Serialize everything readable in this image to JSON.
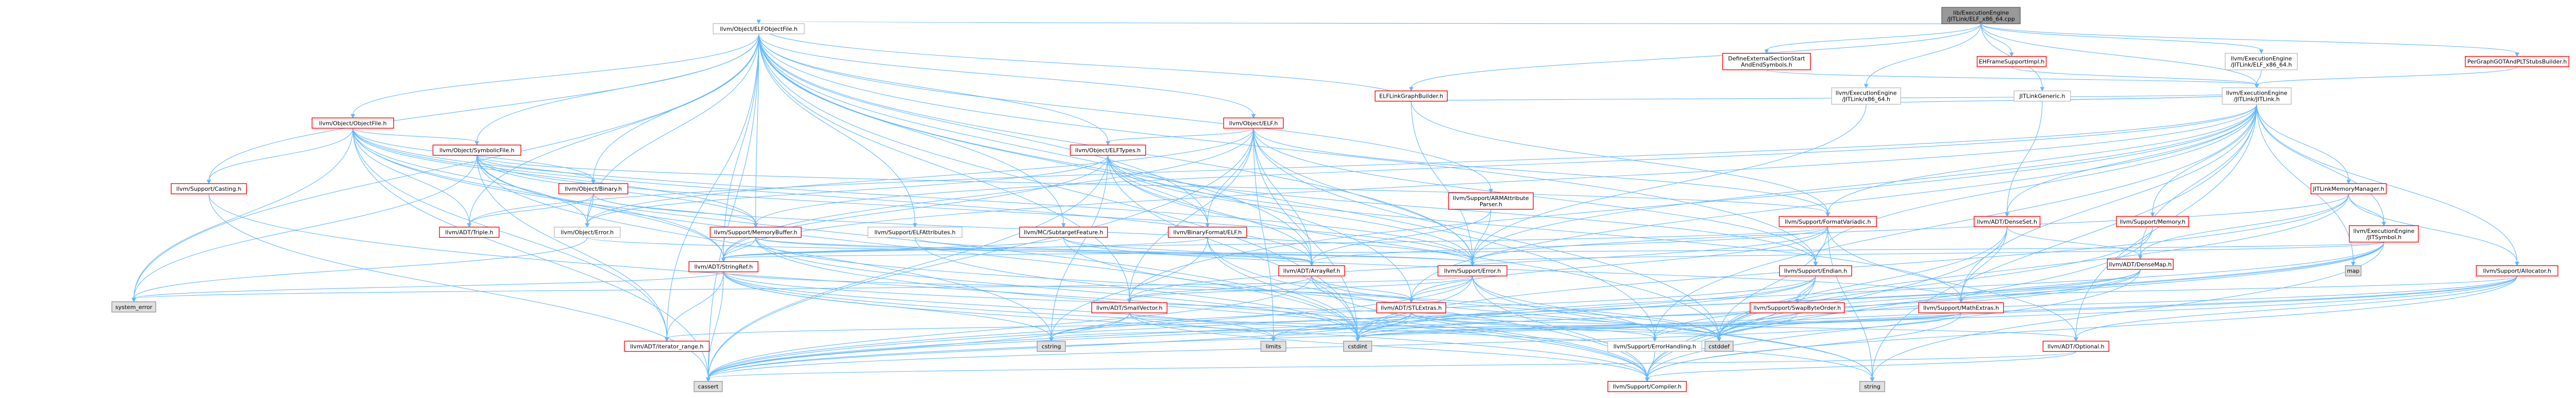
{
  "graph": {
    "root": "lib/ExecutionEngine/JITLink/ELF_x86_64.cpp",
    "nodes": [
      {
        "id": "root",
        "lines": [
          "lib/ExecutionEngine",
          "/JITLink/ELF_x86_64.cpp"
        ],
        "style": "root"
      },
      {
        "id": "objelffile",
        "lines": [
          "llvm/Object/ELFObjectFile.h"
        ],
        "style": "gray"
      },
      {
        "id": "defext",
        "lines": [
          "DefineExternalSectionStart",
          "AndEndSymbols.h"
        ],
        "style": "red"
      },
      {
        "id": "ehframe",
        "lines": [
          "EHFrameSupportImpl.h"
        ],
        "style": "red"
      },
      {
        "id": "elfx8664h",
        "lines": [
          "llvm/ExecutionEngine",
          "/JITLink/ELF_x86_64.h"
        ],
        "style": "gray"
      },
      {
        "id": "pergot",
        "lines": [
          "PerGraphGOTAndPLTStubsBuilder.h"
        ],
        "style": "red"
      },
      {
        "id": "elflinkbuilder",
        "lines": [
          "ELFLinkGraphBuilder.h"
        ],
        "style": "red"
      },
      {
        "id": "jitx8664",
        "lines": [
          "llvm/ExecutionEngine",
          "/JITLink/x86_64.h"
        ],
        "style": "gray"
      },
      {
        "id": "jitgeneric",
        "lines": [
          "JITLinkGeneric.h"
        ],
        "style": "gray"
      },
      {
        "id": "jitlinkh",
        "lines": [
          "llvm/ExecutionEngine",
          "/JITLink/JITLink.h"
        ],
        "style": "gray"
      },
      {
        "id": "objectfile",
        "lines": [
          "llvm/Object/ObjectFile.h"
        ],
        "style": "red"
      },
      {
        "id": "objelf",
        "lines": [
          "llvm/Object/ELF.h"
        ],
        "style": "red"
      },
      {
        "id": "symbolicfile",
        "lines": [
          "llvm/Object/SymbolicFile.h"
        ],
        "style": "red"
      },
      {
        "id": "elftypes",
        "lines": [
          "llvm/Object/ELFTypes.h"
        ],
        "style": "red"
      },
      {
        "id": "casting",
        "lines": [
          "llvm/Support/Casting.h"
        ],
        "style": "red"
      },
      {
        "id": "objbinary",
        "lines": [
          "llvm/Object/Binary.h"
        ],
        "style": "red"
      },
      {
        "id": "triple",
        "lines": [
          "llvm/ADT/Triple.h"
        ],
        "style": "red"
      },
      {
        "id": "objerror",
        "lines": [
          "llvm/Object/Error.h"
        ],
        "style": "gray"
      },
      {
        "id": "membuf",
        "lines": [
          "llvm/Support/MemoryBuffer.h"
        ],
        "style": "red"
      },
      {
        "id": "elfattr",
        "lines": [
          "llvm/Support/ELFAttributes.h"
        ],
        "style": "gray"
      },
      {
        "id": "subtarget",
        "lines": [
          "llvm/MC/SubtargetFeature.h"
        ],
        "style": "red"
      },
      {
        "id": "binaryelf",
        "lines": [
          "llvm/BinaryFormat/ELF.h"
        ],
        "style": "red"
      },
      {
        "id": "armattr",
        "lines": [
          "llvm/Support/ARMAttribute",
          "Parser.h"
        ],
        "style": "red"
      },
      {
        "id": "formatvariadic",
        "lines": [
          "llvm/Support/FormatVariadic.h"
        ],
        "style": "red"
      },
      {
        "id": "densesetleft",
        "lines": [
          "llvm/ADT/DenseSet.h"
        ],
        "style": "red"
      },
      {
        "id": "suppmemory",
        "lines": [
          "llvm/Support/Memory.h"
        ],
        "style": "red"
      },
      {
        "id": "jitmemmgr",
        "lines": [
          "JITLinkMemoryManager.h"
        ],
        "style": "red"
      },
      {
        "id": "jitsymbol",
        "lines": [
          "llvm/ExecutionEngine",
          "/JITSymbol.h"
        ],
        "style": "red"
      },
      {
        "id": "densemap",
        "lines": [
          "llvm/ADT/DenseMap.h"
        ],
        "style": "red"
      },
      {
        "id": "map",
        "lines": [
          "map"
        ],
        "style": "plain"
      },
      {
        "id": "allocator",
        "lines": [
          "llvm/Support/Allocator.h"
        ],
        "style": "red"
      },
      {
        "id": "stringref",
        "lines": [
          "llvm/ADT/StringRef.h"
        ],
        "style": "red"
      },
      {
        "id": "arrayref",
        "lines": [
          "llvm/ADT/ArrayRef.h"
        ],
        "style": "red"
      },
      {
        "id": "supperror",
        "lines": [
          "llvm/Support/Error.h"
        ],
        "style": "red"
      },
      {
        "id": "endian",
        "lines": [
          "llvm/Support/Endian.h"
        ],
        "style": "red"
      },
      {
        "id": "systemerror",
        "lines": [
          "system_error"
        ],
        "style": "plain"
      },
      {
        "id": "smallvector",
        "lines": [
          "llvm/ADT/SmallVector.h"
        ],
        "style": "red"
      },
      {
        "id": "stlextras",
        "lines": [
          "llvm/ADT/STLExtras.h"
        ],
        "style": "red"
      },
      {
        "id": "swapbyteorder",
        "lines": [
          "llvm/Support/SwapByteOrder.h"
        ],
        "style": "red"
      },
      {
        "id": "mathextras",
        "lines": [
          "llvm/Support/MathExtras.h"
        ],
        "style": "red"
      },
      {
        "id": "iterrange",
        "lines": [
          "llvm/ADT/iterator_range.h"
        ],
        "style": "red"
      },
      {
        "id": "cstring",
        "lines": [
          "cstring"
        ],
        "style": "plain"
      },
      {
        "id": "limits",
        "lines": [
          "limits"
        ],
        "style": "plain"
      },
      {
        "id": "cstdint",
        "lines": [
          "cstdint"
        ],
        "style": "plain"
      },
      {
        "id": "errhandling",
        "lines": [
          "llvm/Support/ErrorHandling.h"
        ],
        "style": "gray"
      },
      {
        "id": "cstddef",
        "lines": [
          "cstddef"
        ],
        "style": "plain"
      },
      {
        "id": "optional",
        "lines": [
          "llvm/ADT/Optional.h"
        ],
        "style": "red"
      },
      {
        "id": "cassert",
        "lines": [
          "cassert"
        ],
        "style": "plain"
      },
      {
        "id": "compiler",
        "lines": [
          "llvm/Support/Compiler.h"
        ],
        "style": "red"
      },
      {
        "id": "string",
        "lines": [
          "string"
        ],
        "style": "plain"
      }
    ],
    "edges": [
      [
        "root",
        "objelffile"
      ],
      [
        "root",
        "defext"
      ],
      [
        "root",
        "ehframe"
      ],
      [
        "root",
        "elfx8664h"
      ],
      [
        "root",
        "pergot"
      ],
      [
        "root",
        "elflinkbuilder"
      ],
      [
        "root",
        "jitx8664"
      ],
      [
        "root",
        "jitgeneric"
      ],
      [
        "root",
        "jitlinkh"
      ],
      [
        "objelffile",
        "objectfile"
      ],
      [
        "objelffile",
        "objelf"
      ],
      [
        "objelffile",
        "symbolicfile"
      ],
      [
        "objelffile",
        "elftypes"
      ],
      [
        "objelffile",
        "casting"
      ],
      [
        "objelffile",
        "objbinary"
      ],
      [
        "objelffile",
        "triple"
      ],
      [
        "objelffile",
        "objerror"
      ],
      [
        "objelffile",
        "membuf"
      ],
      [
        "objelffile",
        "elfattr"
      ],
      [
        "objelffile",
        "subtarget"
      ],
      [
        "objelffile",
        "binaryelf"
      ],
      [
        "objelffile",
        "armattr"
      ],
      [
        "objelffile",
        "stringref"
      ],
      [
        "objelffile",
        "arrayref"
      ],
      [
        "objelffile",
        "supperror"
      ],
      [
        "objelffile",
        "endian"
      ],
      [
        "objelffile",
        "systemerror"
      ],
      [
        "objelffile",
        "smallvector"
      ],
      [
        "objelffile",
        "stlextras"
      ],
      [
        "objelffile",
        "iterrange"
      ],
      [
        "objelffile",
        "cassert"
      ],
      [
        "objelffile",
        "cstdint"
      ],
      [
        "objelffile",
        "errhandling"
      ],
      [
        "defext",
        "jitlinkh"
      ],
      [
        "ehframe",
        "jitlinkh"
      ],
      [
        "elfx8664h",
        "jitlinkh"
      ],
      [
        "pergot",
        "jitlinkh"
      ],
      [
        "elflinkbuilder",
        "jitlinkh"
      ],
      [
        "elflinkbuilder",
        "objelffile"
      ],
      [
        "elflinkbuilder",
        "supperror"
      ],
      [
        "elflinkbuilder",
        "formatvariadic"
      ],
      [
        "jitx8664",
        "jitlinkh"
      ],
      [
        "jitx8664",
        "supperror"
      ],
      [
        "jitgeneric",
        "jitlinkh"
      ],
      [
        "jitgeneric",
        "densesetleft"
      ],
      [
        "jitlinkh",
        "jitmemmgr"
      ],
      [
        "jitlinkh",
        "jitsymbol"
      ],
      [
        "jitlinkh",
        "densemap"
      ],
      [
        "jitlinkh",
        "densesetleft"
      ],
      [
        "jitlinkh",
        "suppmemory"
      ],
      [
        "jitlinkh",
        "formatvariadic"
      ],
      [
        "jitlinkh",
        "allocator"
      ],
      [
        "jitlinkh",
        "endian"
      ],
      [
        "jitlinkh",
        "supperror"
      ],
      [
        "jitlinkh",
        "mathextras"
      ],
      [
        "jitlinkh",
        "optional"
      ],
      [
        "jitlinkh",
        "triple"
      ],
      [
        "jitlinkh",
        "membuf"
      ],
      [
        "jitlinkh",
        "stringref"
      ],
      [
        "jitlinkh",
        "map"
      ],
      [
        "jitlinkh",
        "string"
      ],
      [
        "jitlinkh",
        "smallvector"
      ],
      [
        "jitlinkh",
        "stlextras"
      ],
      [
        "jitlinkh",
        "errhandling"
      ],
      [
        "objectfile",
        "symbolicfile"
      ],
      [
        "objectfile",
        "objbinary"
      ],
      [
        "objectfile",
        "casting"
      ],
      [
        "objectfile",
        "triple"
      ],
      [
        "objectfile",
        "objerror"
      ],
      [
        "objectfile",
        "membuf"
      ],
      [
        "objectfile",
        "stringref"
      ],
      [
        "objectfile",
        "arrayref"
      ],
      [
        "objectfile",
        "supperror"
      ],
      [
        "objectfile",
        "iterrange"
      ],
      [
        "objectfile",
        "cassert"
      ],
      [
        "objectfile",
        "cstdint"
      ],
      [
        "objectfile",
        "systemerror"
      ],
      [
        "objelf",
        "elftypes"
      ],
      [
        "objelf",
        "binaryelf"
      ],
      [
        "objelf",
        "stringref"
      ],
      [
        "objelf",
        "arrayref"
      ],
      [
        "objelf",
        "supperror"
      ],
      [
        "objelf",
        "endian"
      ],
      [
        "objelf",
        "smallvector"
      ],
      [
        "objelf",
        "objerror"
      ],
      [
        "objelf",
        "cassert"
      ],
      [
        "objelf",
        "cstddef"
      ],
      [
        "objelf",
        "cstdint"
      ],
      [
        "objelf",
        "limits"
      ],
      [
        "objelf",
        "formatvariadic"
      ],
      [
        "symbolicfile",
        "objbinary"
      ],
      [
        "symbolicfile",
        "membuf"
      ],
      [
        "symbolicfile",
        "stringref"
      ],
      [
        "symbolicfile",
        "supperror"
      ],
      [
        "symbolicfile",
        "iterrange"
      ],
      [
        "symbolicfile",
        "cstdint"
      ],
      [
        "symbolicfile",
        "cstring"
      ],
      [
        "symbolicfile",
        "systemerror"
      ],
      [
        "symbolicfile",
        "formatvariadic"
      ],
      [
        "elftypes",
        "binaryelf"
      ],
      [
        "elftypes",
        "objerror"
      ],
      [
        "elftypes",
        "endian"
      ],
      [
        "elftypes",
        "stringref"
      ],
      [
        "elftypes",
        "arrayref"
      ],
      [
        "elftypes",
        "supperror"
      ],
      [
        "elftypes",
        "cassert"
      ],
      [
        "elftypes",
        "cstddef"
      ],
      [
        "elftypes",
        "cstdint"
      ],
      [
        "elftypes",
        "cstring"
      ],
      [
        "elftypes",
        "mathextras"
      ],
      [
        "casting",
        "cassert"
      ],
      [
        "casting",
        "compiler"
      ],
      [
        "objbinary",
        "triple"
      ],
      [
        "objbinary",
        "objerror"
      ],
      [
        "objbinary",
        "membuf"
      ],
      [
        "objbinary",
        "supperror"
      ],
      [
        "objerror",
        "supperror"
      ],
      [
        "objerror",
        "systemerror"
      ],
      [
        "membuf",
        "arrayref"
      ],
      [
        "membuf",
        "stringref"
      ],
      [
        "membuf",
        "supperror"
      ],
      [
        "membuf",
        "cstddef"
      ],
      [
        "membuf",
        "cstdint"
      ],
      [
        "membuf",
        "compiler"
      ],
      [
        "elfattr",
        "arrayref"
      ],
      [
        "elfattr",
        "cstdint"
      ],
      [
        "subtarget",
        "arrayref"
      ],
      [
        "subtarget",
        "stringref"
      ],
      [
        "subtarget",
        "mathextras"
      ],
      [
        "subtarget",
        "string"
      ],
      [
        "binaryelf",
        "compiler"
      ],
      [
        "binaryelf",
        "cstdint"
      ],
      [
        "binaryelf",
        "cstring"
      ],
      [
        "binaryelf",
        "stringref"
      ],
      [
        "armattr",
        "supperror"
      ],
      [
        "armattr",
        "arrayref"
      ],
      [
        "formatvariadic",
        "stringref"
      ],
      [
        "formatvariadic",
        "smallvector"
      ],
      [
        "formatvariadic",
        "arrayref"
      ],
      [
        "formatvariadic",
        "optional"
      ],
      [
        "formatvariadic",
        "stlextras"
      ],
      [
        "formatvariadic",
        "cstddef"
      ],
      [
        "formatvariadic",
        "string"
      ],
      [
        "densesetleft",
        "densemap"
      ],
      [
        "densesetleft",
        "mathextras"
      ],
      [
        "densesetleft",
        "compiler"
      ],
      [
        "densesetleft",
        "cstddef"
      ],
      [
        "suppmemory",
        "compiler"
      ],
      [
        "suppmemory",
        "cstddef"
      ],
      [
        "jitmemmgr",
        "jitsymbol"
      ],
      [
        "jitmemmgr",
        "densemap"
      ],
      [
        "jitmemmgr",
        "supperror"
      ],
      [
        "jitmemmgr",
        "allocator"
      ],
      [
        "jitmemmgr",
        "cstdint"
      ],
      [
        "jitmemmgr",
        "cstddef"
      ],
      [
        "jitsymbol",
        "stringref"
      ],
      [
        "jitsymbol",
        "supperror"
      ],
      [
        "jitsymbol",
        "map"
      ],
      [
        "jitsymbol",
        "cstddef"
      ],
      [
        "jitsymbol",
        "cstdint"
      ],
      [
        "jitsymbol",
        "string"
      ],
      [
        "jitsymbol",
        "errhandling"
      ],
      [
        "jitsymbol",
        "cassert"
      ],
      [
        "densemap",
        "mathextras"
      ],
      [
        "densemap",
        "compiler"
      ],
      [
        "densemap",
        "cassert"
      ],
      [
        "densemap",
        "cstddef"
      ],
      [
        "densemap",
        "limits"
      ],
      [
        "allocator",
        "mathextras"
      ],
      [
        "allocator",
        "compiler"
      ],
      [
        "allocator",
        "errhandling"
      ],
      [
        "allocator",
        "cassert"
      ],
      [
        "allocator",
        "cstddef"
      ],
      [
        "allocator",
        "cstdint"
      ],
      [
        "allocator",
        "optional"
      ],
      [
        "stringref",
        "iterrange"
      ],
      [
        "stringref",
        "stlextras"
      ],
      [
        "stringref",
        "compiler"
      ],
      [
        "stringref",
        "cassert"
      ],
      [
        "stringref",
        "cstddef"
      ],
      [
        "stringref",
        "cstring"
      ],
      [
        "stringref",
        "limits"
      ],
      [
        "stringref",
        "string"
      ],
      [
        "stringref",
        "systemerror"
      ],
      [
        "arrayref",
        "smallvector"
      ],
      [
        "arrayref",
        "stlextras"
      ],
      [
        "arrayref",
        "compiler"
      ],
      [
        "arrayref",
        "cassert"
      ],
      [
        "arrayref",
        "cstddef"
      ],
      [
        "supperror",
        "stlextras"
      ],
      [
        "supperror",
        "smallvector"
      ],
      [
        "supperror",
        "errhandling"
      ],
      [
        "supperror",
        "compiler"
      ],
      [
        "supperror",
        "cassert"
      ],
      [
        "supperror",
        "cstdint"
      ],
      [
        "supperror",
        "string"
      ],
      [
        "supperror",
        "systemerror"
      ],
      [
        "endian",
        "swapbyteorder"
      ],
      [
        "endian",
        "compiler"
      ],
      [
        "endian",
        "cassert"
      ],
      [
        "endian",
        "cstddef"
      ],
      [
        "endian",
        "cstdint"
      ],
      [
        "endian",
        "cstring"
      ],
      [
        "smallvector",
        "compiler"
      ],
      [
        "smallvector",
        "cassert"
      ],
      [
        "smallvector",
        "cstddef"
      ],
      [
        "smallvector",
        "cstring"
      ],
      [
        "smallvector",
        "limits"
      ],
      [
        "stlextras",
        "iterrange"
      ],
      [
        "stlextras",
        "optional"
      ],
      [
        "stlextras",
        "errhandling"
      ],
      [
        "stlextras",
        "cassert"
      ],
      [
        "stlextras",
        "cstddef"
      ],
      [
        "stlextras",
        "cstdint"
      ],
      [
        "stlextras",
        "limits"
      ],
      [
        "swapbyteorder",
        "cstddef"
      ],
      [
        "swapbyteorder",
        "cstdint"
      ],
      [
        "mathextras",
        "compiler"
      ],
      [
        "mathextras",
        "cassert"
      ],
      [
        "mathextras",
        "cstdint"
      ],
      [
        "mathextras",
        "cstring"
      ],
      [
        "mathextras",
        "limits"
      ],
      [
        "errhandling",
        "compiler"
      ],
      [
        "optional",
        "compiler"
      ],
      [
        "optional",
        "cassert"
      ]
    ]
  }
}
